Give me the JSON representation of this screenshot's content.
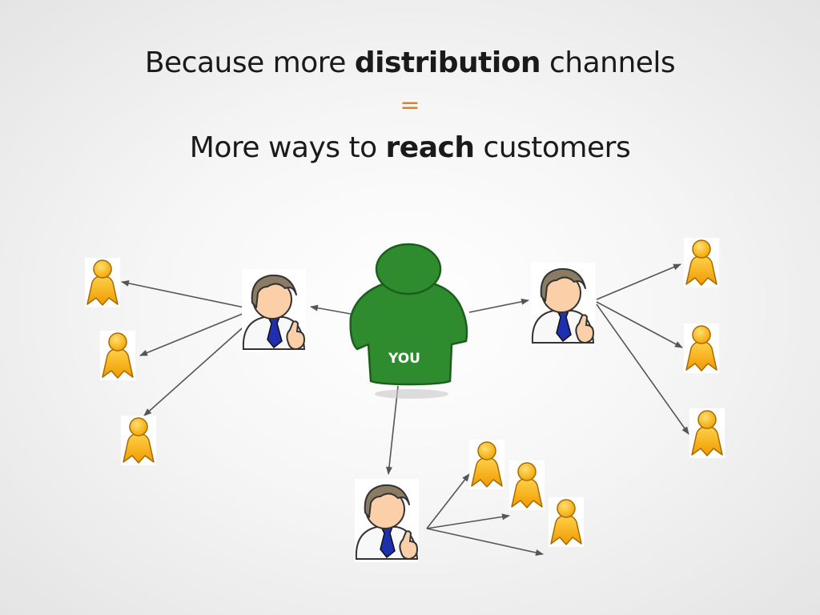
{
  "title": {
    "line1_prefix": "Because more ",
    "line1_bold": "distribution",
    "line1_suffix": " channels",
    "equals": "=",
    "line2_prefix": "More ways to ",
    "line2_bold": "reach",
    "line2_suffix": " customers"
  },
  "diagram": {
    "center_label": "YOU",
    "colors": {
      "you": "#2e8b2e",
      "customer": "#f7b500",
      "arrow": "#555555",
      "equals": "#e0801f"
    }
  }
}
